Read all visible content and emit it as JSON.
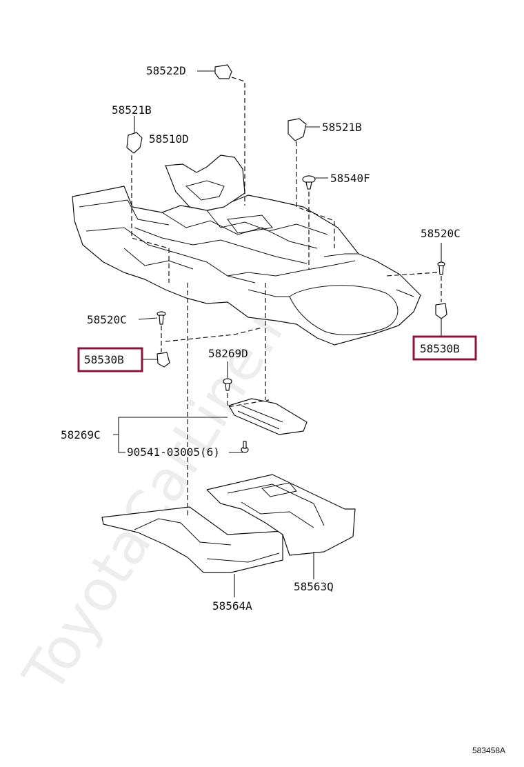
{
  "watermark": "ToyotaCarLine.ru",
  "diagram_code": "583458A",
  "highlight_color": "#8b1538",
  "labels": {
    "p58522D": "58522D",
    "p58521B_left": "58521B",
    "p58510D": "58510D",
    "p58521B_right": "58521B",
    "p58540F": "58540F",
    "p58520C_right": "58520C",
    "p58520C_left": "58520C",
    "p58530B_left": "58530B",
    "p58530B_right": "58530B",
    "p58269D": "58269D",
    "p58269C": "58269C",
    "p90541": "90541-03005(6)",
    "p58563Q": "58563Q",
    "p58564A": "58564A"
  }
}
